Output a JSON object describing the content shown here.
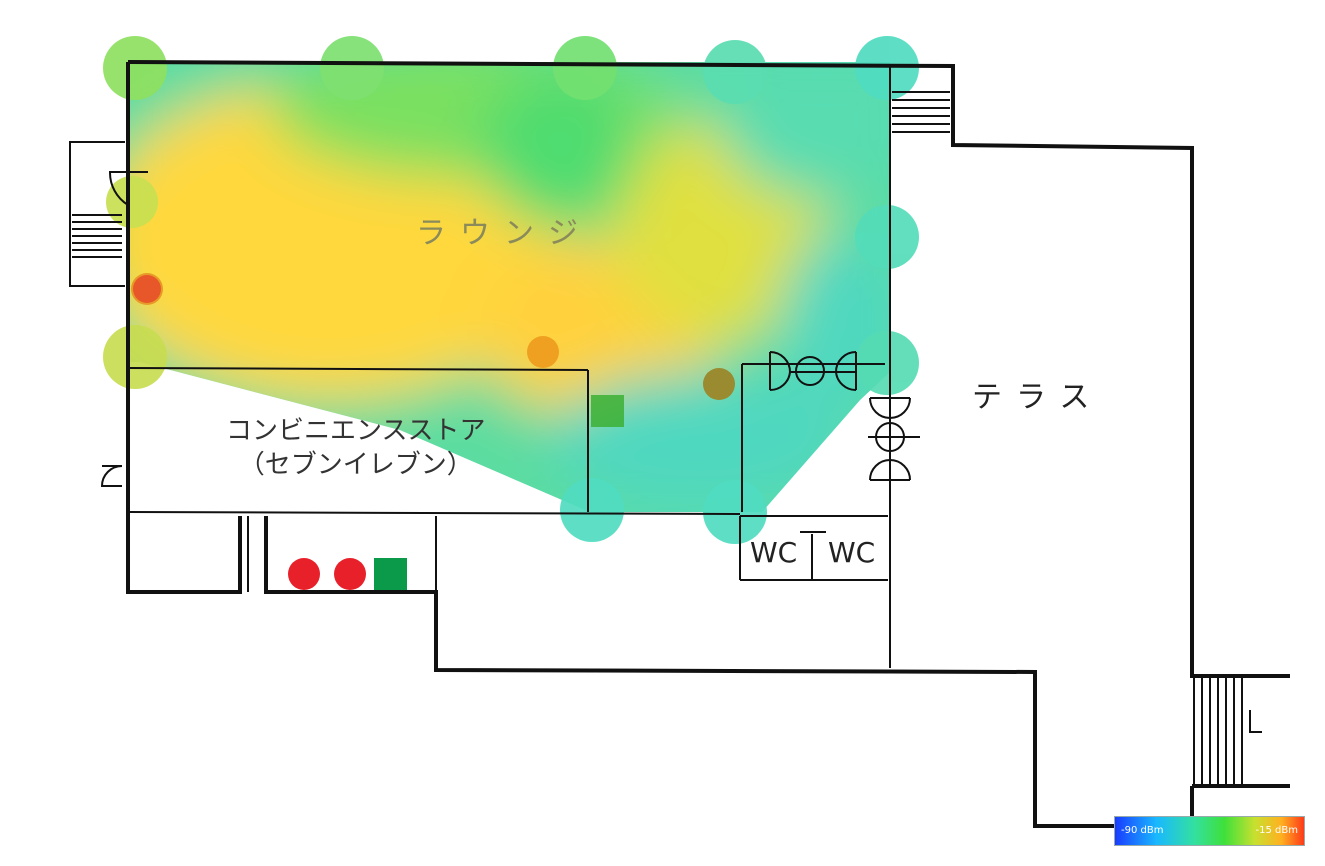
{
  "rooms": {
    "lounge": "ラウンジ",
    "terrace": "テラス",
    "store_line1": "コンビニエンスストア",
    "store_line2": "（セブンイレブン）",
    "wc_left": "WC",
    "wc_right": "WC"
  },
  "legend": {
    "min_label": "-90 dBm",
    "max_label": "-15 dBm",
    "colors": [
      "#1a3cff",
      "#19b8ff",
      "#33e0a0",
      "#3fe03a",
      "#c8e030",
      "#ffb020",
      "#ff3a1a"
    ]
  },
  "colors": {
    "wall": "#111111",
    "access_point": "#e8202a",
    "sensor": "#0a9a4a",
    "coverage_strong": "#ffd23c",
    "coverage_weak": "#3fdca8"
  },
  "markers": {
    "access_points": 3,
    "sensors": 2
  }
}
